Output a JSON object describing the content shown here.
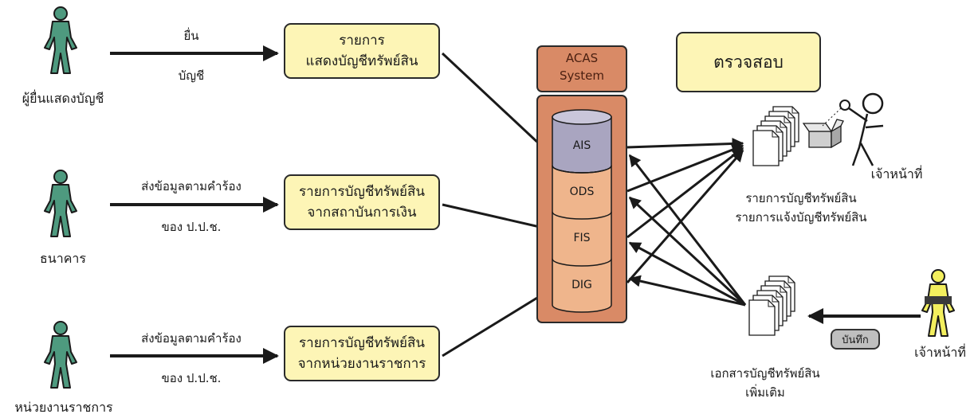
{
  "colors": {
    "person": "#4e9a7f",
    "person_yellow": "#f3ef5e",
    "box": "#fdf5b6",
    "system": "#d98a66",
    "db_top": "#a9a5c0",
    "db_body": "#efb58c",
    "pill": "#bfbfbf"
  },
  "actors": {
    "filer": "ผู้ยื่นแสดงบัญชี",
    "bank": "ธนาคาร",
    "agency": "หน่วยงานราชการ",
    "officer_inspect": "เจ้าหน้าที่",
    "officer_record": "เจ้าหน้าที่"
  },
  "edges": {
    "filer_top": "ยื่น",
    "filer_bottom": "บัญชี",
    "bank_top": "ส่งข้อมูลตามคำร้อง",
    "bank_bottom": "ของ ป.ป.ช.",
    "agency_top": "ส่งข้อมูลตามคำร้อง",
    "agency_bottom": "ของ ป.ป.ช.",
    "record": "บันทึก"
  },
  "boxes": {
    "filer_line1": "รายการ",
    "filer_line2": "แสดงบัญชีทรัพย์สิน",
    "bank_line1": "รายการบัญชีทรัพย์สิน",
    "bank_line2": "จากสถาบันการเงิน",
    "agency_line1": "รายการบัญชีทรัพย์สิน",
    "agency_line2": "จากหน่วยงานราชการ",
    "inspect": "ตรวจสอบ"
  },
  "system": {
    "title_line1": "ACAS",
    "title_line2": "System",
    "databases": [
      "AIS",
      "ODS",
      "FIS",
      "DIG"
    ]
  },
  "documents": {
    "top_line1": "รายการบัญชีทรัพย์สิน",
    "top_line2": "รายการแจ้งบัญชีทรัพย์สิน",
    "bottom_line1": "เอกสารบัญชีทรัพย์สิน",
    "bottom_line2": "เพิ่มเติม"
  }
}
